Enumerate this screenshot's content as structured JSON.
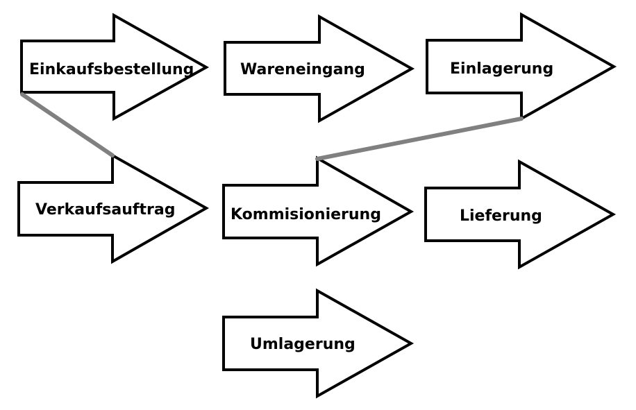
{
  "colors": {
    "background": "#ffffff",
    "arrow_fill": "#ffffff",
    "arrow_stroke": "#000000",
    "connector": "#808080"
  },
  "arrows": {
    "einkaufsbestellung": "Einkaufsbestellung",
    "wareneingang": "Wareneingang",
    "einlagerung": "Einlagerung",
    "verkaufsauftrag": "Verkaufsauftrag",
    "kommisionierung": "Kommisionierung",
    "lieferung": "Lieferung",
    "umlagerung": "Umlagerung"
  }
}
